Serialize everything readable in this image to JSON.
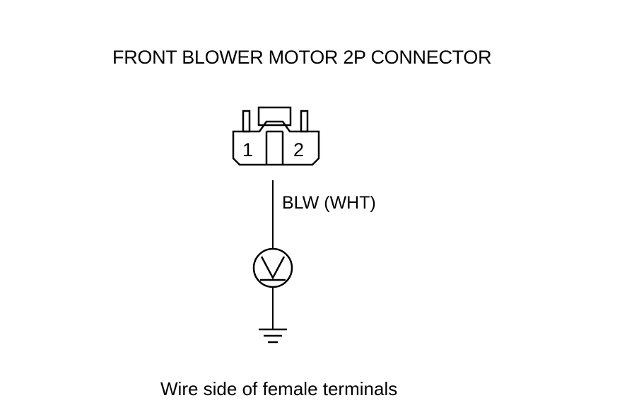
{
  "diagram": {
    "title": "FRONT BLOWER MOTOR 2P CONNECTOR",
    "connector": {
      "pins": [
        "1",
        "2"
      ]
    },
    "wire_label": "BLW (WHT)",
    "meter_icon": "voltmeter-icon",
    "ground_icon": "ground-icon",
    "caption": "Wire side of female terminals",
    "line_color": "#000000",
    "background": "#ffffff"
  }
}
